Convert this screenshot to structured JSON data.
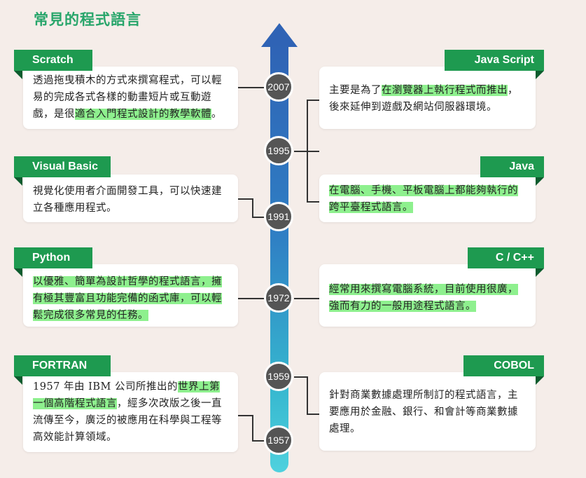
{
  "title": "常見的程式語言",
  "years": [
    "2007",
    "1995",
    "1991",
    "1972",
    "1959",
    "1957"
  ],
  "languages": {
    "scratch": {
      "name": "Scratch",
      "desc_a": "透過拖曳積木的方式來撰寫程式，可以輕易的完成各式各樣的動畫短片或互動遊戲，是很",
      "desc_hl": "適合入門程式設計的教學軟體",
      "desc_b": "。"
    },
    "visual_basic": {
      "name": "Visual Basic",
      "desc": "視覺化使用者介面開發工具，可以快速建立各種應用程式。"
    },
    "python": {
      "name": "Python",
      "desc_hl": "以優雅、簡單為設計哲學的程式語言，擁有極其豐富且功能完備的函式庫，可以輕鬆完成很多常見的任務。"
    },
    "fortran": {
      "name": "FORTRAN",
      "desc_a": "1957 年由 IBM 公司所推出的",
      "desc_hl": "世界上第一個高階程式語言",
      "desc_b": "，經多次改版之後一直流傳至今，廣泛的被應用在科學與工程等高效能計算領域。"
    },
    "javascript": {
      "name": "Java Script",
      "desc_a": "主要是為了",
      "desc_hl": "在瀏覽器上執行程式而推出",
      "desc_b": "，後來延伸到遊戲及網站伺服器環境。"
    },
    "java": {
      "name": "Java",
      "desc_hl": "在電腦、手機、平板電腦上都能夠執行的跨平臺程式語言。"
    },
    "c": {
      "name": "C / C++",
      "desc_hl": "經常用來撰寫電腦系統，目前使用很廣，強而有力的一般用途程式語言。"
    },
    "cobol": {
      "name": "COBOL",
      "desc": "針對商業數據處理所制訂的程式語言，主要應用於金融、銀行、和會計等商業數據處理。"
    }
  },
  "colors": {
    "title": "#27a56a",
    "label": "#1e9a50",
    "highlight": "#8ef08e",
    "axis_top": "#2f63b5",
    "axis_bottom": "#4fd1de",
    "node": "#555555"
  }
}
